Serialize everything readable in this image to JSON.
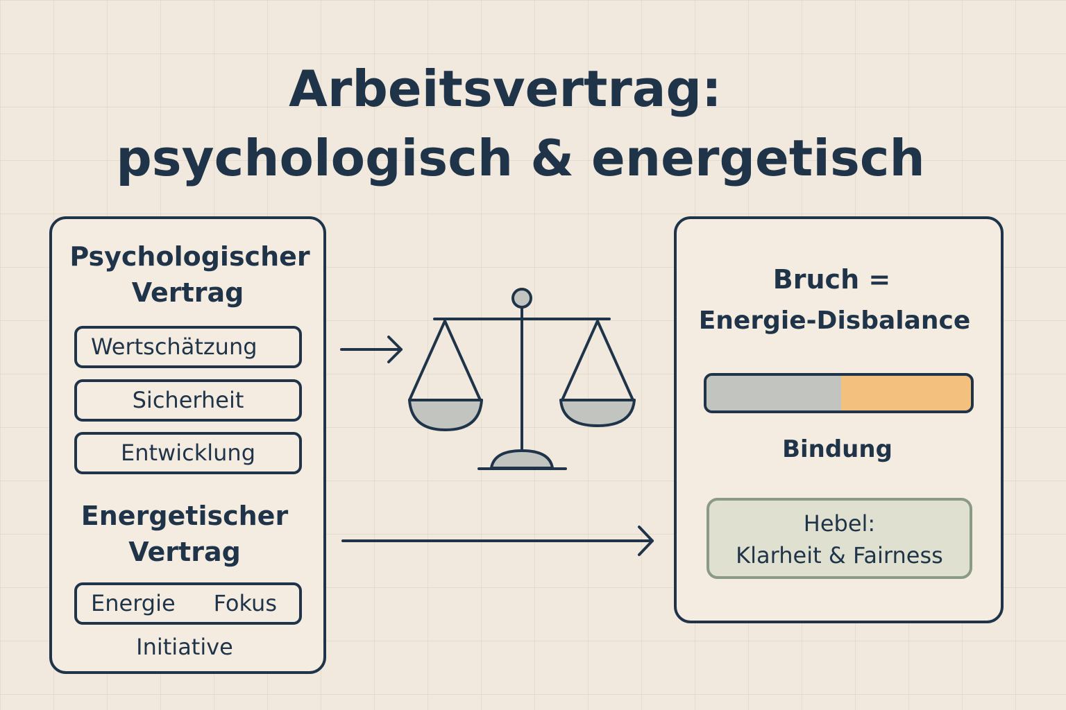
{
  "title": {
    "line1": "Arbeitsvertrag:",
    "line2": "psychologisch & energetisch"
  },
  "left_panel": {
    "psych_heading_line1": "Psychologischer",
    "psych_heading_line2": "Vertrag",
    "psych_items": [
      "Wertschätzung",
      "Sicherheit",
      "Entwicklung"
    ],
    "energy_heading_line1": "Energetischer",
    "energy_heading_line2": "Vertrag",
    "energy_items": [
      "Energie",
      "Fokus"
    ],
    "energy_extra": "Initiative"
  },
  "right_panel": {
    "heading_line1": "Bruch =",
    "heading_line2": "Energie-Disbalance",
    "bar_label": "Bindung",
    "bar_fill_fraction": 0.51,
    "lever_line1": "Hebel:",
    "lever_line2": "Klarheit & Fairness"
  },
  "icons": {
    "center": "balance-scale-icon",
    "arrow1": "arrow-right-icon",
    "arrow2": "arrow-right-icon"
  },
  "colors": {
    "ink": "#1f3449",
    "background": "#f1e9dd",
    "bar_gray": "#c2c5bf",
    "bar_orange": "#f3c07e",
    "lever_fill": "#dfe0cf",
    "lever_border": "#8a9a84"
  }
}
